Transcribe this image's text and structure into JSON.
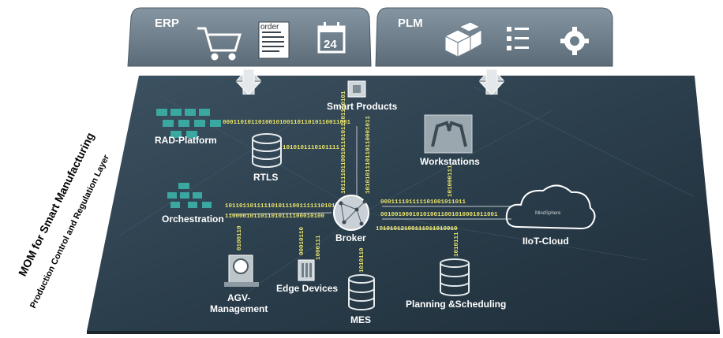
{
  "top": {
    "erp": {
      "label": "ERP",
      "order_text": "order",
      "calendar_day": "24"
    },
    "plm": {
      "label": "PLM"
    }
  },
  "side": {
    "title": "MOM for Smart Manufacturing",
    "subtitle": "Production Control and Regulation Layer"
  },
  "nodes": {
    "smart_products": "Smart Products",
    "rad_platform": "RAD-Platform",
    "rtls": "RTLS",
    "workstations": "Workstations",
    "orchestration": "Orchestration",
    "broker": "Broker",
    "iiot_cloud": "IIoT-Cloud",
    "cloud_inner": "MindSphere",
    "agv_line1": "AGV-",
    "agv_line2": "Management",
    "edge_devices": "Edge Devices",
    "mes": "MES",
    "planning": "Planning &Scheduling"
  },
  "bitstreams": {
    "rad": "000110101101001010011011010110011001",
    "rtls": "1010101110101111",
    "smart_vertical": "10111101100101101011101110101",
    "smart_vertical_2": "1010101110110110001011",
    "orch_1": "101101101111101011100111111010111",
    "orch_2": "1100001011011010111100010100",
    "right_1": "000111101111101001011011",
    "right_2": "001001000101010011001010001011001",
    "right_3": "10101012100111011010010",
    "work_vertical": "101000111",
    "edge_vertical": "00010110",
    "edge_2": "1000111",
    "mes_vertical": "1010110",
    "planning_vertical": "1010111",
    "agv_vertical": "0100110"
  },
  "colors": {
    "top_panel": "#6e7f8c",
    "platform": "#2d4150",
    "accent": "#e8e26a",
    "rad_boxes": "#3aa7a0"
  }
}
